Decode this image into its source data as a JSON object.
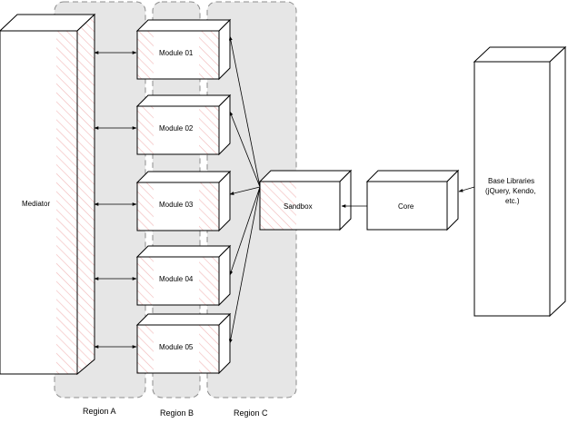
{
  "regions": {
    "a": {
      "label": "Region A"
    },
    "b": {
      "label": "Region B"
    },
    "c": {
      "label": "Region C"
    }
  },
  "mediator": {
    "label": "Mediator"
  },
  "modules": [
    {
      "label": "Module 01"
    },
    {
      "label": "Module 02"
    },
    {
      "label": "Module 03"
    },
    {
      "label": "Module 04"
    },
    {
      "label": "Module 05"
    }
  ],
  "sandbox": {
    "label": "Sandbox"
  },
  "core": {
    "label": "Core"
  },
  "base_libraries": {
    "line1": "Base Libraries",
    "line2": "(jQuery, Kendo,",
    "line3": "etc.)"
  },
  "colors": {
    "region_fill": "#e6e6e6",
    "hatch": "#f2b8b8",
    "stroke": "#000000"
  }
}
